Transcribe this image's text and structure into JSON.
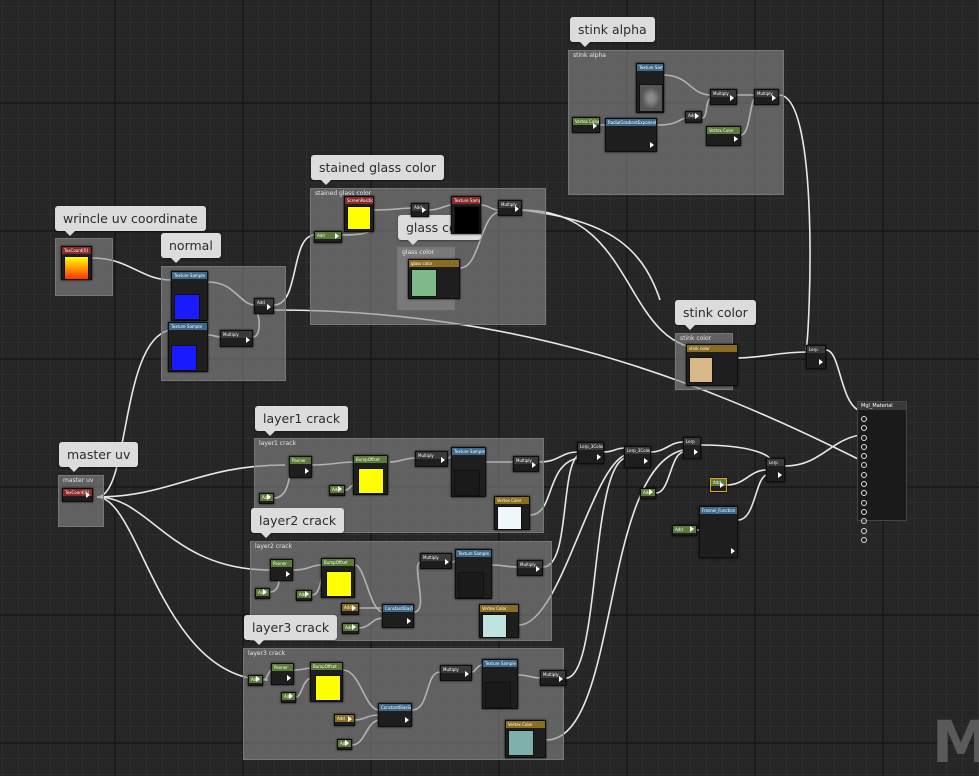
{
  "comments": {
    "stink_alpha": {
      "bubble": "stink alpha",
      "caption": "stink alpha"
    },
    "stained_glass_color": {
      "bubble": "stained glass color",
      "caption": "stained glass color"
    },
    "glass_color": {
      "bubble": "glass color",
      "caption": "glass color"
    },
    "wrincle_uv": {
      "bubble": "wrincle uv coordinate"
    },
    "normal": {
      "bubble": "normal"
    },
    "stink_color": {
      "bubble": "stink color",
      "caption": "stink color"
    },
    "master_uv": {
      "bubble": "master uv",
      "caption": "master uv"
    },
    "layer1_crack": {
      "bubble": "layer1 crack",
      "caption": "layer1 crack"
    },
    "layer2_crack": {
      "bubble": "layer2 crack",
      "caption": "layer2 crack"
    },
    "layer3_crack": {
      "bubble": "layer3 crack",
      "caption": "layer3 crack"
    }
  },
  "nodes": {
    "tex_sample": "Texture Sample",
    "multiply": "Multiply",
    "add": "Add",
    "lerp": "Lerp",
    "lerp_3color": "Lerp_3Color",
    "texcoord": "TexCoord[0]",
    "panner": "Panner",
    "bump_offset": "BumpOffset",
    "constant_bias_scale": "ConstantBiasScale",
    "fresnel": "Fresnel_Function",
    "depth_fade": "ScreenPosition",
    "radial_gradient": "RadialGradientExponential",
    "vertex_color": "Vertex Color",
    "stink_color_param": "stink color",
    "glass_color_param": "glass color",
    "material_output": "Mgl_Material"
  },
  "watermark": "M"
}
